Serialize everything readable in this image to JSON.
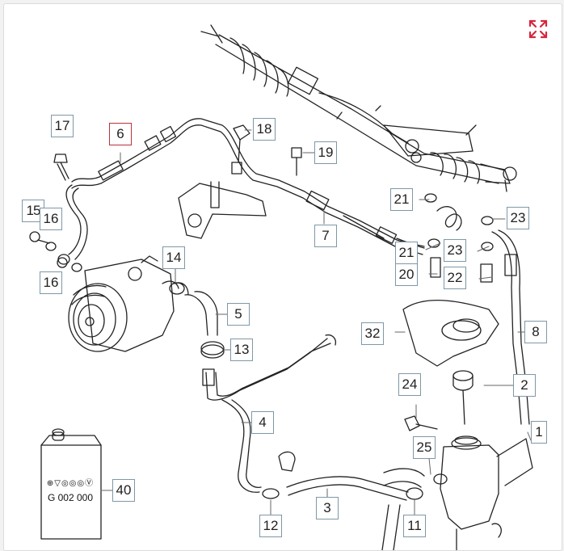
{
  "toolbar": {
    "expand_icon": "expand-arrows-icon",
    "accent_color": "#d7263d"
  },
  "diagram": {
    "callouts": [
      "17",
      "6",
      "18",
      "19",
      "15",
      "16",
      "21",
      "23",
      "7",
      "16",
      "14",
      "21",
      "23",
      "20",
      "22",
      "5",
      "32",
      "8",
      "13",
      "24",
      "2",
      "4",
      "1",
      "25",
      "40",
      "12",
      "3",
      "11"
    ],
    "highlighted_callout": "6",
    "can_label": "G 002 000",
    "can_logos": "⊕▽◎◎◎Ⓥ"
  }
}
